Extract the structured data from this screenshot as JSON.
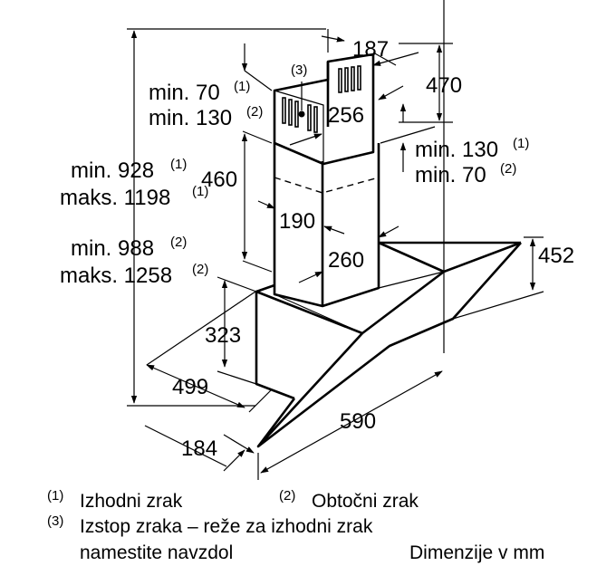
{
  "dimensions": {
    "top_width": "187",
    "top_height": "470",
    "chimney_outer_width": "256",
    "chimney_height": "460",
    "chimney_inner_width": "190",
    "chimney_depth": "260",
    "glass_height": "452",
    "canopy_height": "323",
    "canopy_depth": "499",
    "glass_width": "590",
    "glass_front": "184"
  },
  "notes": {
    "min70_a": "min. 70",
    "min70_a_sup": "(1)",
    "min130_a": "min. 130",
    "min130_a_sup": "(2)",
    "min130_b": "min. 130",
    "min130_b_sup": "(1)",
    "min70_b": "min. 70",
    "min70_b_sup": "(2)",
    "min928": "min. 928",
    "min928_sup": "(1)",
    "max1198": "maks. 1198",
    "max1198_sup": "(1)",
    "min988": "min. 988",
    "min988_sup": "(2)",
    "max1258": "maks. 1258",
    "max1258_sup": "(2)",
    "slot_label": "(3)"
  },
  "legend": {
    "item1_num": "(1)",
    "item1_text": "Izhodni zrak",
    "item2_num": "(2)",
    "item2_text": "Obtočni zrak",
    "item3_num": "(3)",
    "item3_text_line1": "Izstop zraka – reže za izhodni zrak",
    "item3_text_line2": "namestite navzdol",
    "units": "Dimenzije v mm"
  }
}
